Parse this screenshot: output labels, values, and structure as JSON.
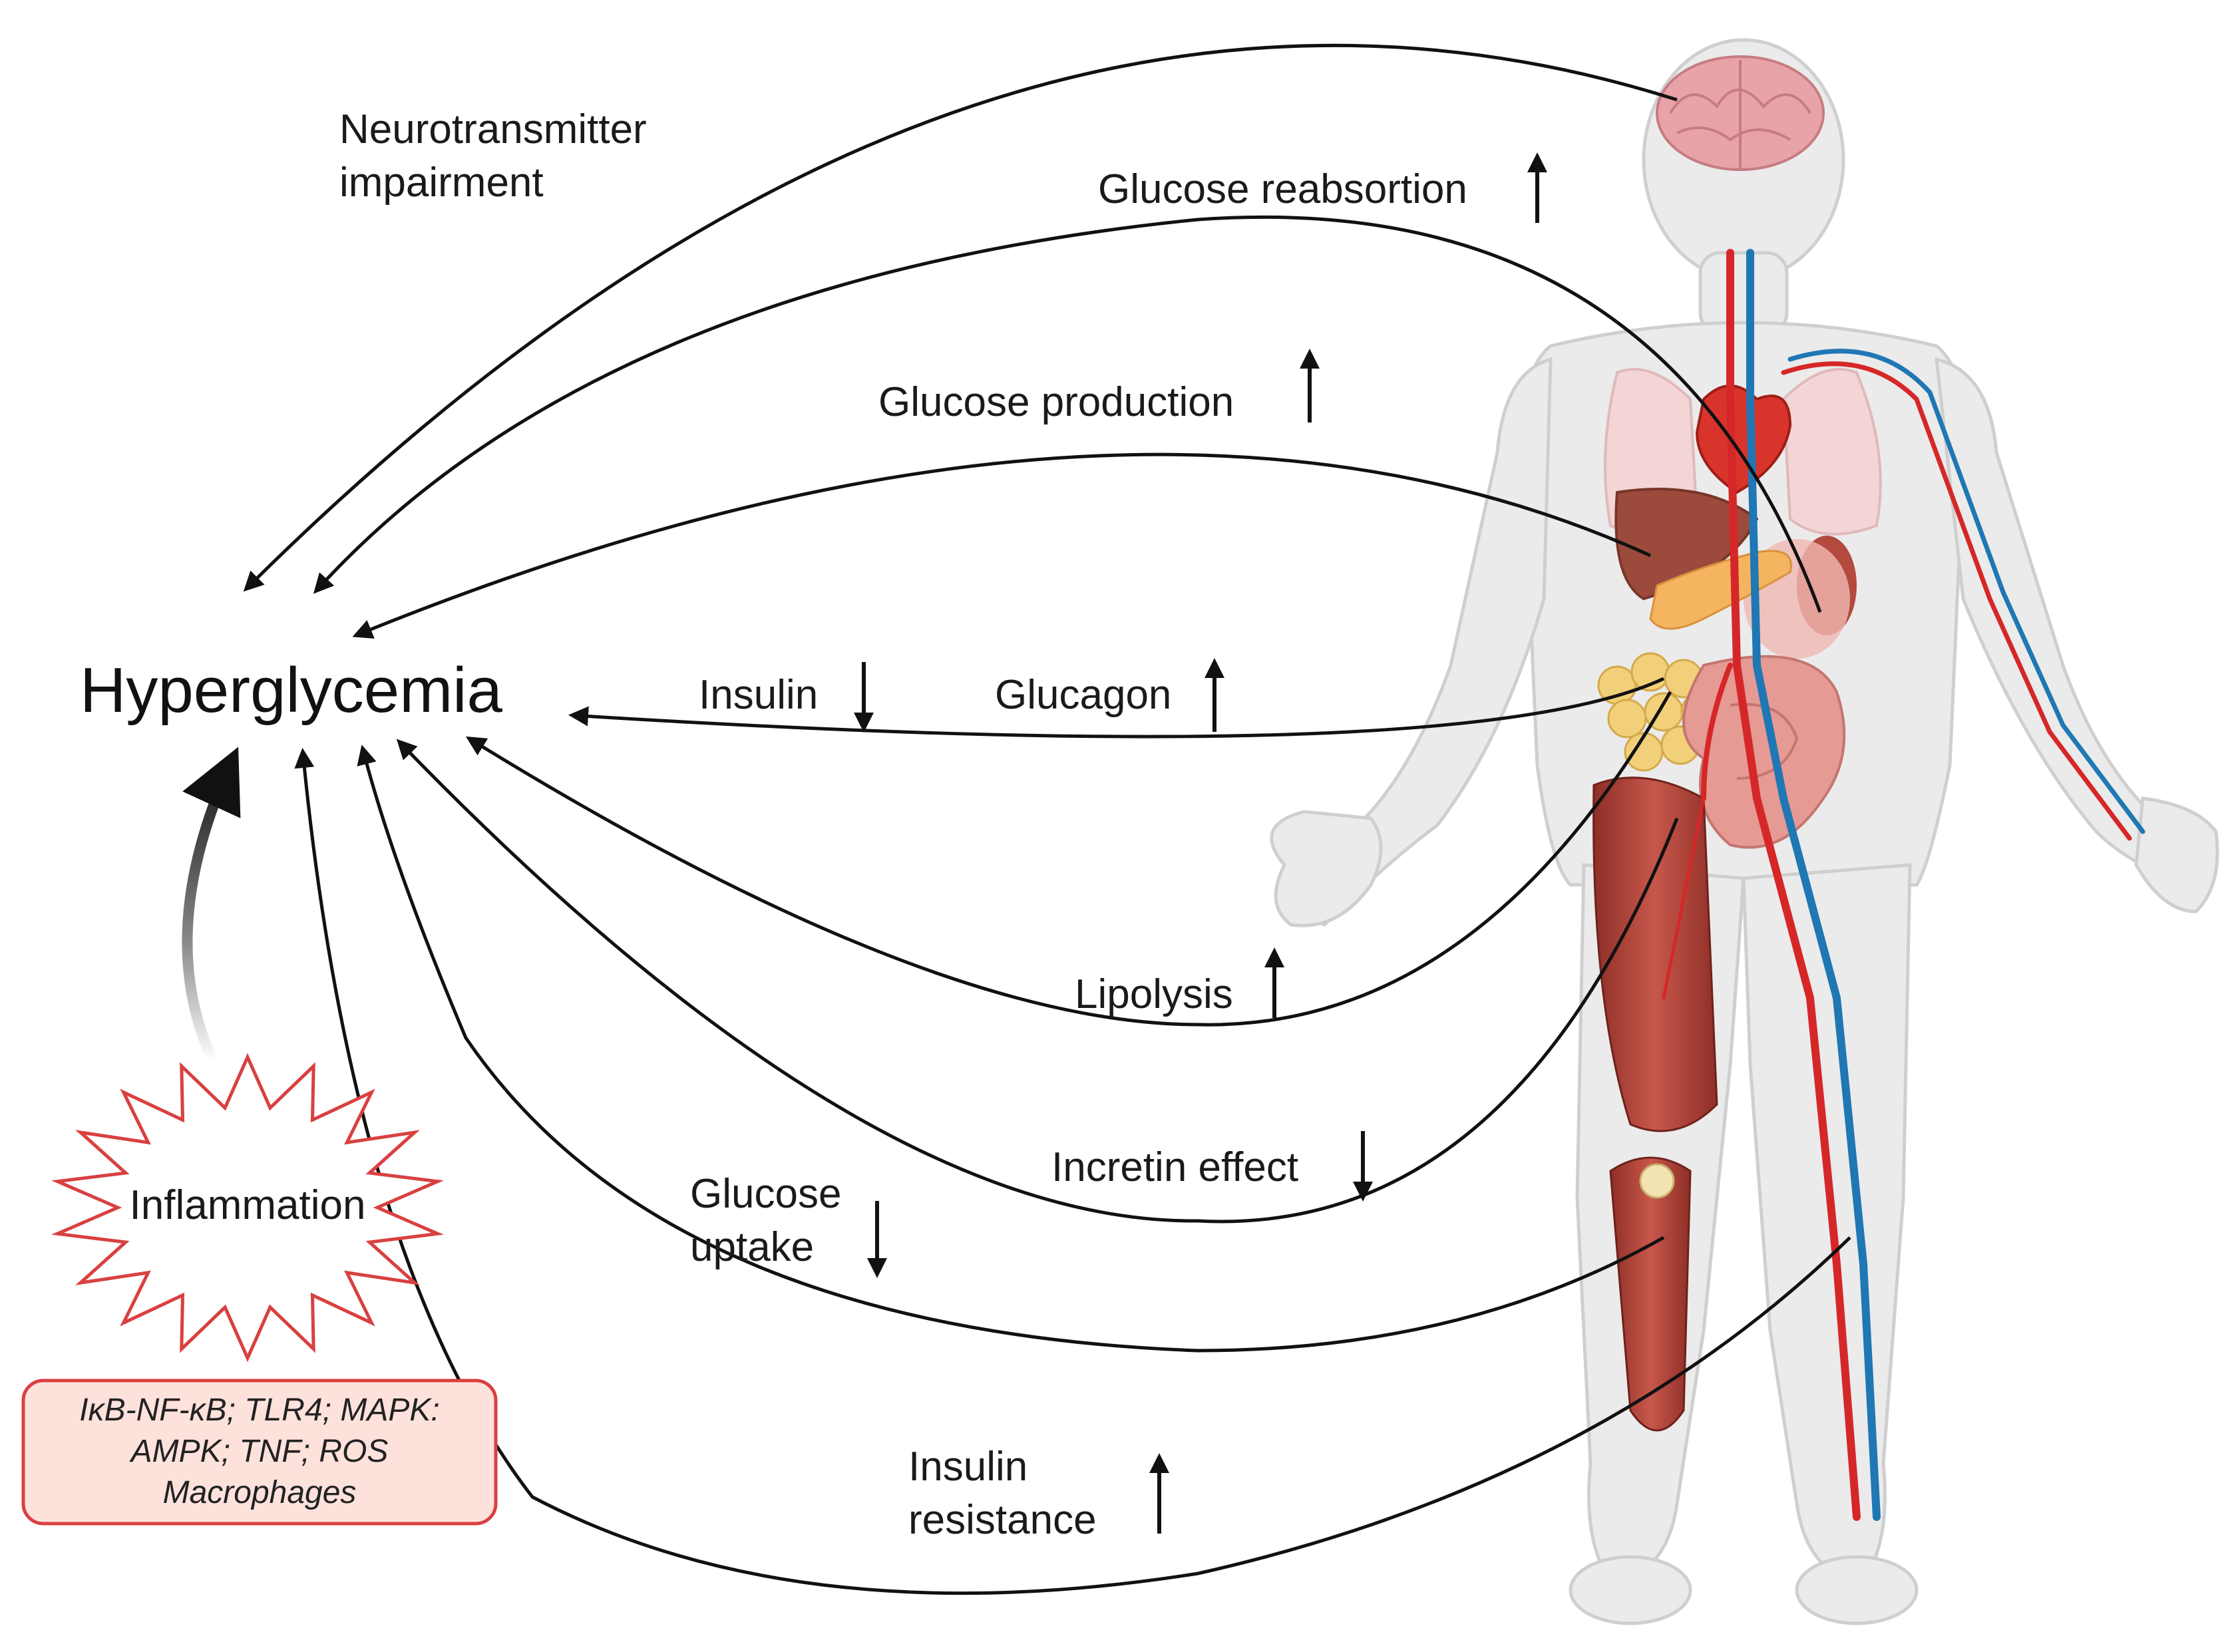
{
  "title": "Hyperglycemia",
  "mechanisms": {
    "neurotransmitter": {
      "line1": "Neurotransmitter",
      "line2": "impairment"
    },
    "reabsorption": {
      "label": "Glucose reabsortion",
      "direction": "up"
    },
    "production": {
      "label": "Glucose production",
      "direction": "up"
    },
    "insulin": {
      "label": "Insulin",
      "direction": "down"
    },
    "glucagon": {
      "label": "Glucagon",
      "direction": "up"
    },
    "lipolysis": {
      "label": "Lipolysis",
      "direction": "up"
    },
    "incretin": {
      "label": "Incretin effect",
      "direction": "down"
    },
    "uptake": {
      "line1": "Glucose",
      "line2": "uptake",
      "direction": "down"
    },
    "resistance": {
      "line1": "Insulin",
      "line2": "resistance",
      "direction": "up"
    }
  },
  "inflammation": {
    "label": "Inflammation",
    "markers": {
      "line1": "IκB-NF-κB; TLR4; MAPK:",
      "line2": "AMPK; TNF; ROS",
      "line3": "Macrophages"
    }
  },
  "colors": {
    "arrow": "#111111",
    "burst_fill": "#ffffff",
    "burst_stroke": "#d94040",
    "marker_box_fill": "#fde2dc",
    "marker_box_stroke": "#d94040",
    "body_fill": "#e9e9e9",
    "muscle": "#b84a3f",
    "artery": "#d62728",
    "vein": "#1f77b4",
    "brain": "#e8a3a8",
    "liver": "#9c4a3c",
    "pancreas": "#f4b460",
    "fat": "#f2d07a",
    "intestine": "#e59a94"
  }
}
